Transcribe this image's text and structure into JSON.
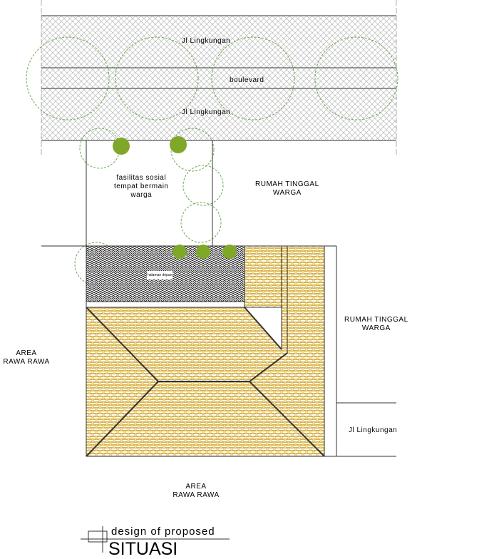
{
  "labels": {
    "road_top": "Jl  Lingkungan",
    "boulevard": "boulevard",
    "road_middle": "Jl  Lingkungan",
    "facility": [
      "fasilitas  sosial",
      "tempat  bermain",
      "warga"
    ],
    "residence_top": [
      "RUMAH  TINGGAL",
      "WARGA"
    ],
    "front_yard": "halaman  depan",
    "residence_right": [
      "RUMAH  TINGGAL",
      "WARGA"
    ],
    "road_right": "Jl  Lingkungan",
    "swamp_left": [
      "AREA",
      "RAWA  RAWA"
    ],
    "swamp_bottom": [
      "AREA",
      "RAWA  RAWA"
    ]
  },
  "title_block": {
    "subtitle": "design  of  proposed",
    "title": "SITUASI"
  },
  "colors": {
    "roof": "#d9b44a",
    "tree_outline": "#6aa84f",
    "shrub": "#7fa728",
    "paving": "#bbbbbb"
  }
}
